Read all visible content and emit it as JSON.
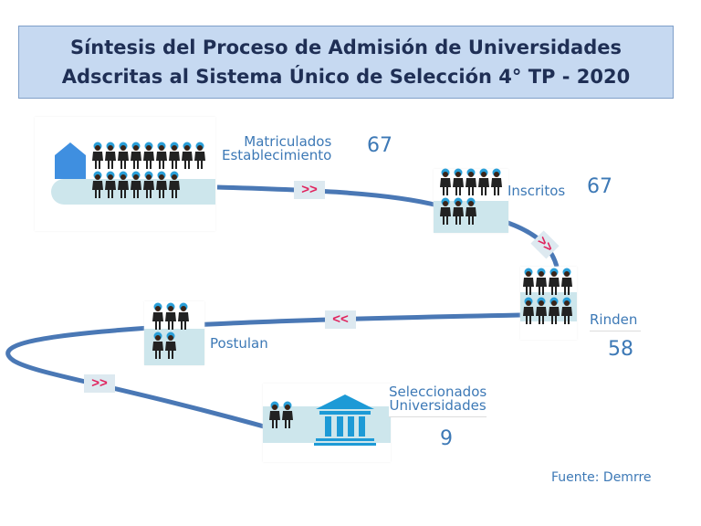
{
  "title": {
    "line1": "Síntesis del Proceso de Admisión de Universidades",
    "line2": "Adscritas al Sistema Único de Selección 4° TP - 2020"
  },
  "stages": {
    "matriculados": {
      "label1": "Matriculados",
      "label2": "Establecimiento",
      "value": "67"
    },
    "inscritos": {
      "label": "Inscritos",
      "value": "67"
    },
    "rinden": {
      "label": "Rinden",
      "value": "58"
    },
    "postulan": {
      "label": "Postulan"
    },
    "seleccionados": {
      "label1": "Seleccionados",
      "label2": "Universidades",
      "value": "9"
    }
  },
  "arrows": {
    "forward": ">>",
    "back": "<<"
  },
  "source": "Fuente: Demrre",
  "colors": {
    "path": "#4a78b5",
    "chevron": "#e0245e",
    "accent": "#3d79b6"
  }
}
